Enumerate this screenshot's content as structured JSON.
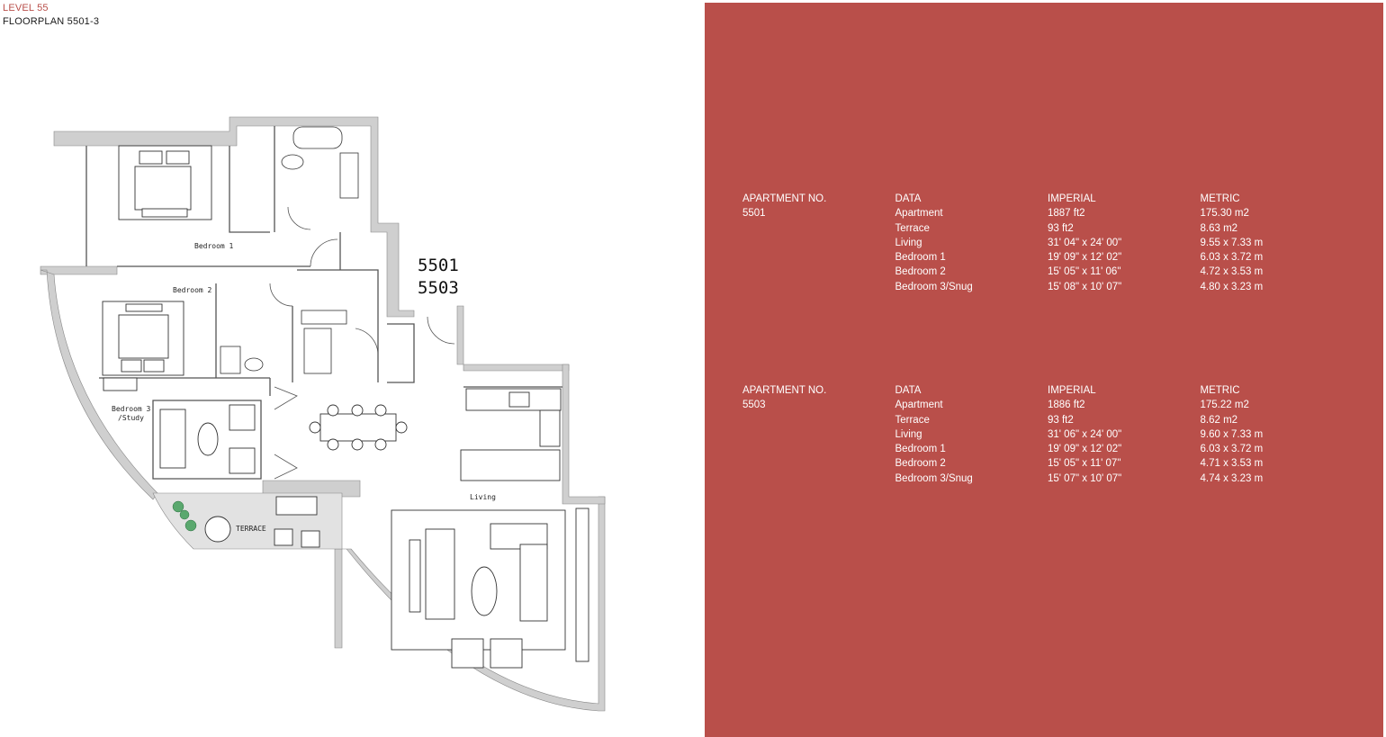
{
  "header": {
    "level": "LEVEL 55",
    "floorplan": "FLOORPLAN 5501-3"
  },
  "plan": {
    "unit_numbers": [
      "5501",
      "5503"
    ],
    "rooms": {
      "bedroom1": "Bedroom 1",
      "bedroom2": "Bedroom 2",
      "bedroom3_line1": "Bedroom 3",
      "bedroom3_line2": "/Study",
      "terrace": "TERRACE",
      "living": "Living"
    }
  },
  "colors": {
    "accent": "#b94f4a",
    "wall": "#cfcfcf",
    "terrace": "#e2e2e2",
    "plant": "#5aa86e"
  },
  "apartments": [
    {
      "headers": {
        "apt": "APARTMENT NO.",
        "data": "DATA",
        "imperial": "IMPERIAL",
        "metric": "METRIC"
      },
      "number": "5501",
      "rows": [
        {
          "label": "Apartment",
          "imperial": "1887 ft2",
          "metric": "175.30 m2"
        },
        {
          "label": "Terrace",
          "imperial": "93 ft2",
          "metric": "8.63 m2"
        },
        {
          "label": "Living",
          "imperial": "31' 04\" x 24' 00\"",
          "metric": "9.55 x 7.33 m"
        },
        {
          "label": "Bedroom 1",
          "imperial": "19' 09\" x 12' 02\"",
          "metric": "6.03 x 3.72 m"
        },
        {
          "label": "Bedroom 2",
          "imperial": "15' 05\" x 11' 06\"",
          "metric": "4.72 x 3.53 m"
        },
        {
          "label": "Bedroom 3/Snug",
          "imperial": "15' 08\" x 10' 07\"",
          "metric": "4.80 x 3.23 m"
        }
      ]
    },
    {
      "headers": {
        "apt": "APARTMENT NO.",
        "data": "DATA",
        "imperial": "IMPERIAL",
        "metric": "METRIC"
      },
      "number": "5503",
      "rows": [
        {
          "label": "Apartment",
          "imperial": "1886 ft2",
          "metric": "175.22 m2"
        },
        {
          "label": "Terrace",
          "imperial": "93 ft2",
          "metric": "8.62 m2"
        },
        {
          "label": "Living",
          "imperial": "31' 06\" x 24' 00\"",
          "metric": "9.60 x 7.33 m"
        },
        {
          "label": "Bedroom 1",
          "imperial": "19' 09\" x 12' 02\"",
          "metric": "6.03 x 3.72 m"
        },
        {
          "label": "Bedroom 2",
          "imperial": "15' 05\" x 11' 07\"",
          "metric": "4.71 x 3.53 m"
        },
        {
          "label": "Bedroom 3/Snug",
          "imperial": "15' 07\" x 10' 07\"",
          "metric": "4.74 x 3.23 m"
        }
      ]
    }
  ]
}
